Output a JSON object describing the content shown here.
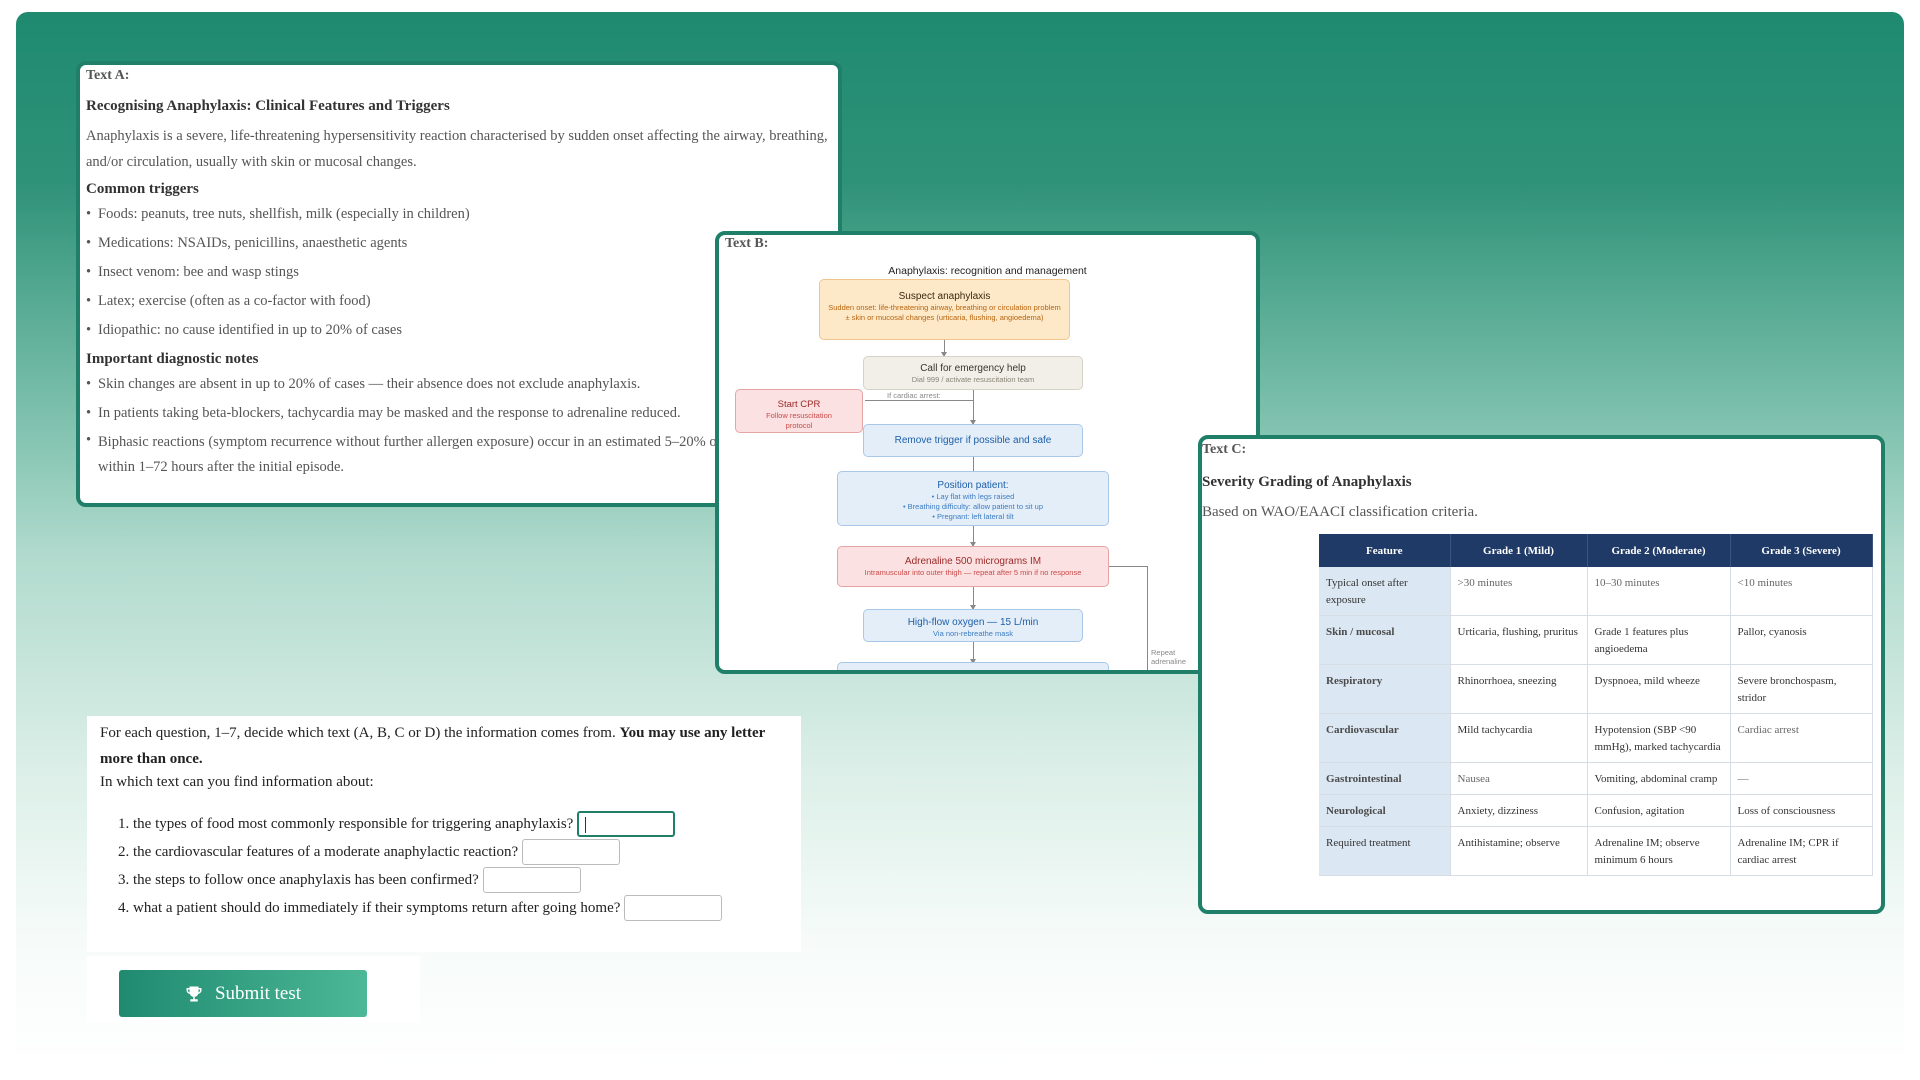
{
  "text_a": {
    "label": "Text A:",
    "heading": "Recognising Anaphylaxis: Clinical Features and Triggers",
    "intro": "Anaphylaxis is a severe, life-threatening hypersensitivity reaction characterised by sudden onset affecting the airway, breathing, and/or circulation, usually with skin or mucosal changes.",
    "triggers_title": "Common triggers",
    "triggers": [
      "Foods: peanuts, tree nuts, shellfish, milk (especially in children)",
      "Medications: NSAIDs, penicillins, anaesthetic agents",
      "Insect venom: bee and wasp stings",
      "Latex; exercise (often as a co-factor with food)",
      "Idiopathic: no cause identified in up to 20% of cases"
    ],
    "notes_title": "Important diagnostic notes",
    "notes": [
      "Skin changes are absent in up to 20% of cases — their absence does not exclude anaphylaxis.",
      "In patients taking beta-blockers, tachycardia may be masked and the response to adrenaline reduced.",
      "Biphasic reactions (symptom recurrence without further allergen exposure) occur in an estimated 5–20% of cases, usually within 1–72 hours after the initial episode."
    ]
  },
  "text_b": {
    "label": "Text B:",
    "title": "Anaphylaxis: recognition and management",
    "suspect": {
      "title": "Suspect anaphylaxis",
      "line1": "Sudden onset: life-threatening airway, breathing or circulation problem",
      "line2": "± skin or mucosal changes (urticaria, flushing, angioedema)"
    },
    "call": {
      "title": "Call for emergency help",
      "sub": "Dial 999 / activate resuscitation team"
    },
    "cardiac_arrest": "If cardiac arrest:",
    "cpr": {
      "title": "Start CPR",
      "line1": "Follow resuscitation",
      "line2": "protocol"
    },
    "remove": {
      "title": "Remove trigger if possible and safe"
    },
    "position": {
      "title": "Position patient:",
      "line1": "• Lay flat with legs raised",
      "line2": "• Breathing difficulty: allow patient to sit up",
      "line3": "• Pregnant: left lateral tilt"
    },
    "adrenaline": {
      "title": "Adrenaline 500 micrograms IM",
      "sub": "Intramuscular into outer thigh — repeat after 5 min if no response"
    },
    "oxygen": {
      "title": "High-flow oxygen — 15 L/min",
      "sub": "Via non-rebreathe mask"
    },
    "repeat": {
      "line1": "Repeat",
      "line2": "adrenaline"
    }
  },
  "text_c": {
    "label": "Text C:",
    "title": "Severity Grading of Anaphylaxis",
    "subtitle": "Based on WAO/EAACI classification criteria.",
    "headers": [
      "Feature",
      "Grade 1 (Mild)",
      "Grade 2 (Moderate)",
      "Grade 3 (Severe)"
    ],
    "rows": [
      [
        "Typical onset after exposure",
        ">30 minutes",
        "10–30 minutes",
        "<10 minutes"
      ],
      [
        "Skin / mucosal",
        "Urticaria, flushing, pruritus",
        "Grade 1 features plus angioedema",
        "Pallor, cyanosis"
      ],
      [
        "Respiratory",
        "Rhinorrhoea, sneezing",
        "Dyspnoea, mild wheeze",
        "Severe bronchospasm, stridor"
      ],
      [
        "Cardiovascular",
        "Mild tachycardia",
        "Hypotension (SBP <90 mmHg), marked tachycardia",
        "Cardiac arrest"
      ],
      [
        "Gastrointestinal",
        "Nausea",
        "Vomiting, abdominal cramp",
        "—"
      ],
      [
        "Neurological",
        "Anxiety, dizziness",
        "Confusion, agitation",
        "Loss of consciousness"
      ],
      [
        "Required treatment",
        "Antihistamine; observe",
        "Adrenaline IM; observe minimum 6 hours",
        "Adrenaline IM; CPR if cardiac arrest"
      ]
    ]
  },
  "questions": {
    "intro_plain": "For each question, 1–7, decide which text (A, B, C or D) the information comes from. ",
    "intro_bold": "You may use any letter more than once.",
    "ask": "In which text can you find information about:",
    "items": [
      {
        "text": "1. the types of food most commonly responsible for triggering anaphylaxis?",
        "value": ""
      },
      {
        "text": "2. the cardiovascular features of a moderate anaphylactic reaction?",
        "value": ""
      },
      {
        "text": "3. the steps to follow once anaphylaxis has been confirmed?",
        "value": ""
      },
      {
        "text": "4. what a patient should do immediately if their symptoms return after going home?",
        "value": ""
      }
    ]
  },
  "submit": {
    "label": "Submit test",
    "icon": "trophy-icon"
  },
  "colors": {
    "accent": "#1f7f69",
    "table_header": "#1f3a66",
    "feature_cell": "#dbe7f2"
  }
}
